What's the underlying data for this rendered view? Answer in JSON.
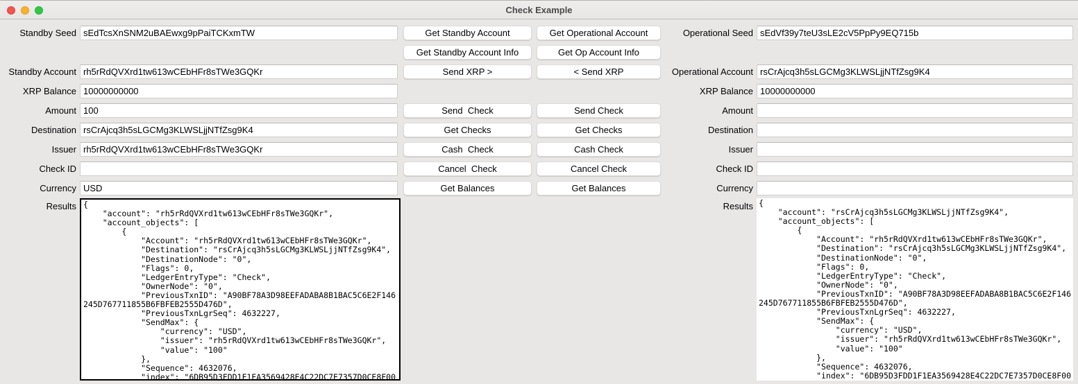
{
  "window": {
    "title": "Check Example"
  },
  "left": {
    "seed_label": "Standby Seed",
    "seed_value": "sEdTcsXnSNM2uBAEwxg9pPaiTCKxmTW",
    "account_label": "Standby Account",
    "account_value": "rh5rRdQVXrd1tw613wCEbHFr8sTWe3GQKr",
    "balance_label": "XRP Balance",
    "balance_value": "10000000000",
    "amount_label": "Amount",
    "amount_value": "100",
    "destination_label": "Destination",
    "destination_value": "rsCrAjcq3h5sLGCMg3KLWSLjjNTfZsg9K4",
    "issuer_label": "Issuer",
    "issuer_value": "rh5rRdQVXrd1tw613wCEbHFr8sTWe3GQKr",
    "checkid_label": "Check ID",
    "checkid_value": "",
    "currency_label": "Currency",
    "currency_value": "USD",
    "results_label": "Results",
    "results_value": "{\n    \"account\": \"rh5rRdQVXrd1tw613wCEbHFr8sTWe3GQKr\",\n    \"account_objects\": [\n        {\n            \"Account\": \"rh5rRdQVXrd1tw613wCEbHFr8sTWe3GQKr\",\n            \"Destination\": \"rsCrAjcq3h5sLGCMg3KLWSLjjNTfZsg9K4\",\n            \"DestinationNode\": \"0\",\n            \"Flags\": 0,\n            \"LedgerEntryType\": \"Check\",\n            \"OwnerNode\": \"0\",\n            \"PreviousTxnID\": \"A90BF78A3D98EEFADABA8B1BAC5C6E2F146\n245D767711855B6FBFEB2555D476D\",\n            \"PreviousTxnLgrSeq\": 4632227,\n            \"SendMax\": {\n                \"currency\": \"USD\",\n                \"issuer\": \"rh5rRdQVXrd1tw613wCEbHFr8sTWe3GQKr\",\n                \"value\": \"100\"\n            },\n            \"Sequence\": 4632076,\n            \"index\": \"6DB95D3FDD1F1EA3569428E4C22DC7E7357D0CE8F00"
  },
  "right": {
    "seed_label": "Operational Seed",
    "seed_value": "sEdVf39y7teU3sLE2cV5PpPy9EQ715b",
    "account_label": "Operational Account",
    "account_value": "rsCrAjcq3h5sLGCMg3KLWSLjjNTfZsg9K4",
    "balance_label": "XRP Balance",
    "balance_value": "10000000000",
    "amount_label": "Amount",
    "amount_value": "",
    "destination_label": "Destination",
    "destination_value": "",
    "issuer_label": "Issuer",
    "issuer_value": "",
    "checkid_label": "Check ID",
    "checkid_value": "",
    "currency_label": "Currency",
    "currency_value": "",
    "results_label": "Results",
    "results_value": "{\n    \"account\": \"rsCrAjcq3h5sLGCMg3KLWSLjjNTfZsg9K4\",\n    \"account_objects\": [\n        {\n            \"Account\": \"rh5rRdQVXrd1tw613wCEbHFr8sTWe3GQKr\",\n            \"Destination\": \"rsCrAjcq3h5sLGCMg3KLWSLjjNTfZsg9K4\",\n            \"DestinationNode\": \"0\",\n            \"Flags\": 0,\n            \"LedgerEntryType\": \"Check\",\n            \"OwnerNode\": \"0\",\n            \"PreviousTxnID\": \"A90BF78A3D98EEFADABA8B1BAC5C6E2F146\n245D767711855B6FBFEB2555D476D\",\n            \"PreviousTxnLgrSeq\": 4632227,\n            \"SendMax\": {\n                \"currency\": \"USD\",\n                \"issuer\": \"rh5rRdQVXrd1tw613wCEbHFr8sTWe3GQKr\",\n                \"value\": \"100\"\n            },\n            \"Sequence\": 4632076,\n            \"index\": \"6DB95D3FDD1F1EA3569428E4C22DC7E7357D0CE8F00"
  },
  "buttons": {
    "left": {
      "get_account": "Get Standby Account",
      "get_account_info": "Get Standby Account Info",
      "send_xrp": "Send XRP >",
      "send_check": "Send  Check",
      "get_checks": "Get Checks",
      "cash_check": "Cash  Check",
      "cancel_check": "Cancel  Check",
      "get_balances": "Get Balances"
    },
    "right": {
      "get_account": "Get Operational Account",
      "get_account_info": "Get Op Account Info",
      "send_xrp": "< Send XRP",
      "send_check": "Send Check",
      "get_checks": "Get Checks",
      "cash_check": "Cash Check",
      "cancel_check": "Cancel Check",
      "get_balances": "Get Balances"
    }
  }
}
